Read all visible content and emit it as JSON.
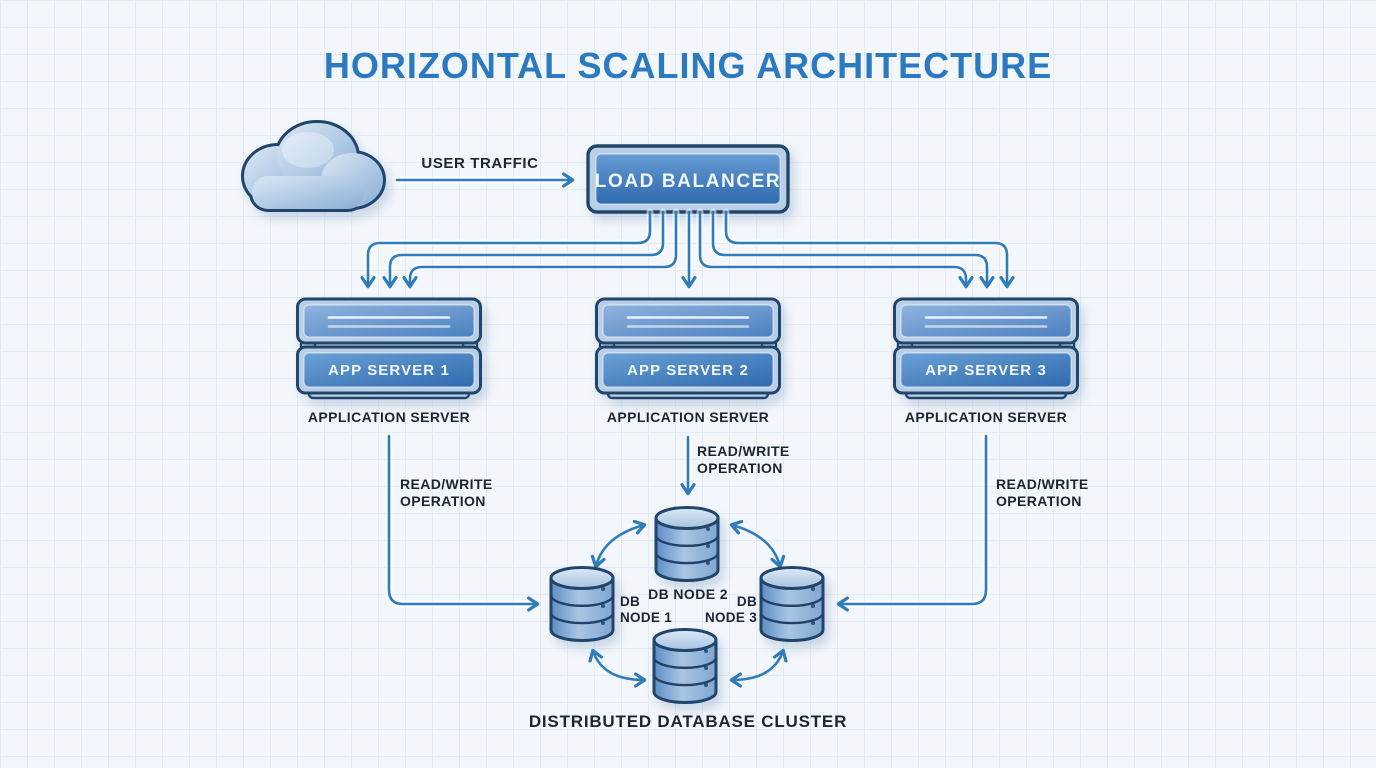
{
  "title": "HORIZONTAL SCALING ARCHITECTURE",
  "flow": {
    "user_traffic": "USER TRAFFIC",
    "load_balancer": "LOAD BALANCER",
    "read_write_line1": "READ/WRITE",
    "read_write_line2": "OPERATION"
  },
  "app_servers": [
    {
      "label": "APP SERVER 1",
      "type_label": "APPLICATION SERVER"
    },
    {
      "label": "APP SERVER 2",
      "type_label": "APPLICATION SERVER"
    },
    {
      "label": "APP SERVER 3",
      "type_label": "APPLICATION SERVER"
    }
  ],
  "db_cluster": {
    "caption": "DISTRIBUTED DATABASE CLUSTER",
    "top_node_label": "DB NODE 2",
    "left_node_label_line1": "DB",
    "left_node_label_line2": "NODE 1",
    "right_node_label_line1": "DB",
    "right_node_label_line2": "NODE 3"
  },
  "colors": {
    "title_blue": "#2b7ac1",
    "arrow_blue": "#2e7cba",
    "outline_navy": "#22456c",
    "text_dark": "#1c2633",
    "canvas_bg": "#f3f6fa",
    "grid_line": "#e2eaf4"
  }
}
